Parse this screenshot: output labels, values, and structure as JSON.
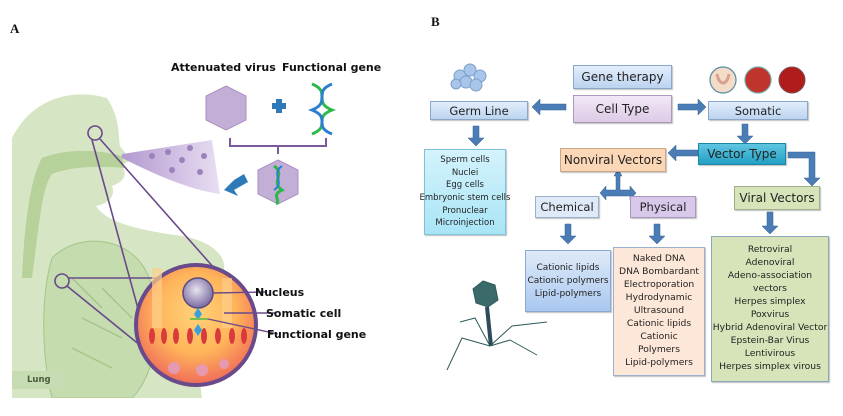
{
  "panels": {
    "a": {
      "label": "A",
      "top_labels": {
        "virus": "Attenuated virus",
        "gene": "Functional gene"
      },
      "callouts": {
        "nucleus": "Nucleus",
        "somatic_cell": "Somatic cell",
        "functional_gene": "Functional gene"
      },
      "lung_label": "Lung"
    },
    "b": {
      "label": "B",
      "nodes": {
        "gene_therapy": "Gene therapy",
        "cell_type": "Cell Type",
        "germ_line": "Germ Line",
        "somatic": "Somatic",
        "vector_type": "Vector Type",
        "nonviral_vectors": "Nonviral Vectors",
        "viral_vectors": "Viral Vectors",
        "chemical": "Chemical",
        "physical": "Physical"
      },
      "germ_line_items": [
        "Sperm cells",
        "Nuclei",
        "Egg cells",
        "Embryonic stem cells",
        "Pronuclear",
        "Microinjection"
      ],
      "chemical_items": [
        "Cationic lipids",
        "Cationic polymers",
        "Lipid-polymers"
      ],
      "physical_items": [
        "Naked DNA",
        "DNA Bombardant",
        "Electroporation",
        "Hydrodynamic",
        "Ultrasound",
        "Cationic lipids",
        "Cationic",
        "Polymers",
        "Lipid-polymers"
      ],
      "viral_items": [
        "Retroviral",
        "Adenoviral",
        "Adeno-association",
        "vectors",
        "Herpes simplex",
        "Poxvirus",
        "Hybrid Adenoviral Vector",
        "Epstein-Bar Virus",
        "Lentivirous",
        "Herpes simplex virous"
      ]
    }
  },
  "colors": {
    "arrow": "#4a7db5",
    "purple_line": "#6a4a8a",
    "green_body": "#c9dcb0",
    "virus_purple": "#b9a3cc"
  }
}
